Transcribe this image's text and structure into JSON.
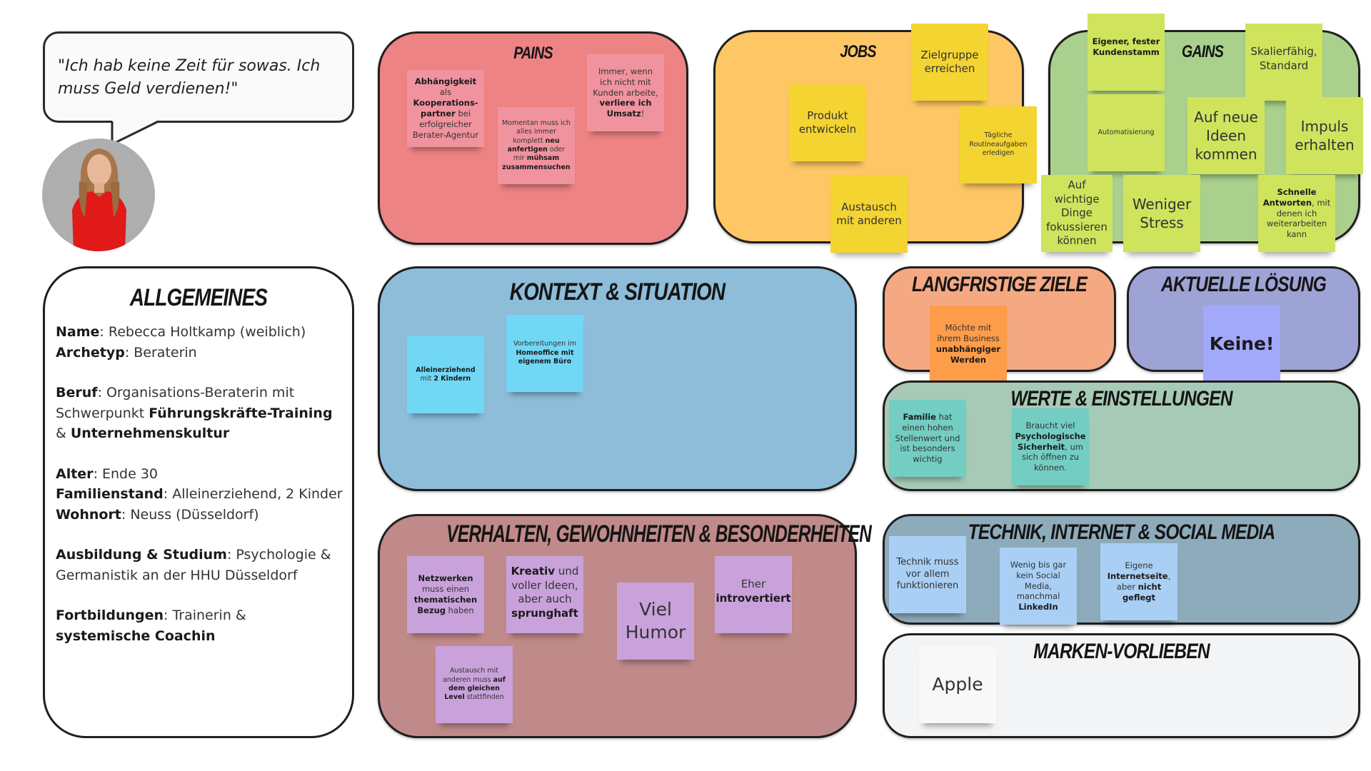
{
  "quote": "\"Ich hab keine Zeit für sowas. Ich muss Geld verdienen!\"",
  "general": {
    "title": "Allgemeines",
    "blocks": [
      [
        [
          {
            "t": "Name",
            "b": true
          },
          {
            "t": ": Rebecca Holtkamp (weiblich)"
          }
        ],
        [
          {
            "t": "Archetyp",
            "b": true
          },
          {
            "t": ": Beraterin"
          }
        ]
      ],
      [
        [
          {
            "t": "Beruf",
            "b": true
          },
          {
            "t": ": Organisations-Beraterin mit Schwerpunkt "
          },
          {
            "t": "Führungskräfte-Training",
            "b": true
          },
          {
            "t": " & "
          },
          {
            "t": "Unternehmenskultur",
            "b": true
          }
        ]
      ],
      [
        [
          {
            "t": "Alter",
            "b": true
          },
          {
            "t": ": Ende 30"
          }
        ],
        [
          {
            "t": "Familienstand",
            "b": true
          },
          {
            "t": ": Alleinerziehend, 2 Kinder"
          }
        ],
        [
          {
            "t": "Wohnort",
            "b": true
          },
          {
            "t": ": Neuss (Düsseldorf)"
          }
        ]
      ],
      [
        [
          {
            "t": "Ausbildung & Studium",
            "b": true
          },
          {
            "t": ": Psychologie & Germanistik an der HHU Düsseldorf"
          }
        ]
      ],
      [
        [
          {
            "t": "Fortbildungen",
            "b": true
          },
          {
            "t": ": Trainerin & "
          },
          {
            "t": "systemische Coachin",
            "b": true
          }
        ]
      ]
    ]
  },
  "sections": {
    "pains": {
      "title": "Pains",
      "color": "#ee8383",
      "notes": [
        [
          {
            "t": "Abhängigkeit",
            "b": true
          },
          {
            "t": " als "
          },
          {
            "t": "Kooperations-partner",
            "b": true
          },
          {
            "t": " bei erfolgreicher Berater-Agentur"
          }
        ],
        [
          {
            "t": "Momentan muss ich alles immer komplett "
          },
          {
            "t": "neu anfertigen",
            "b": true
          },
          {
            "t": " oder mir "
          },
          {
            "t": "mühsam zusammensuchen",
            "b": true
          }
        ],
        [
          {
            "t": "Immer, wenn ich nicht mit Kunden arbeite, "
          },
          {
            "t": "verliere ich Umsatz",
            "b": true
          },
          {
            "t": "!"
          }
        ]
      ]
    },
    "jobs": {
      "title": "Jobs",
      "color": "#fec665",
      "notes": [
        [
          {
            "t": "Produkt entwickeln"
          }
        ],
        [
          {
            "t": "Zielgruppe erreichen"
          }
        ],
        [
          {
            "t": "Tägliche Routineaufgaben erledigen"
          }
        ],
        [
          {
            "t": "Austausch mit anderen"
          }
        ]
      ]
    },
    "gains": {
      "title": "Gains",
      "color": "#a9d08d",
      "notes": [
        [
          {
            "t": "Eigener, fester Kundenstamm",
            "b": true
          }
        ],
        [
          {
            "t": "Skalierfähig, Standard"
          }
        ],
        [
          {
            "t": "Automatisierung"
          }
        ],
        [
          {
            "t": "Auf neue Ideen kommen"
          }
        ],
        [
          {
            "t": "Impuls erhalten"
          }
        ],
        [
          {
            "t": "Auf wichtige Dinge fokussieren können"
          }
        ],
        [
          {
            "t": "Weniger Stress"
          }
        ],
        [
          {
            "t": "Schnelle Antworten",
            "b": true
          },
          {
            "t": ", mit denen ich weiterarbeiten kann"
          }
        ]
      ]
    },
    "kontext": {
      "title": "Kontext & Situation",
      "color": "#8dbdd9",
      "notes": [
        [
          {
            "t": "Alleinerziehend",
            "b": true
          },
          {
            "t": " mit "
          },
          {
            "t": "2 Kindern",
            "b": true
          }
        ],
        [
          {
            "t": "Vorbereitungen im "
          },
          {
            "t": "Homeoffice mit eigenem Büro",
            "b": true
          }
        ]
      ]
    },
    "verhalten": {
      "title": "Verhalten, Gewohnheiten & Besonderheiten",
      "color": "#c08a8a",
      "notes": [
        [
          {
            "t": "Netzwerken",
            "b": true
          },
          {
            "t": " muss einen "
          },
          {
            "t": "thematischen Bezug",
            "b": true
          },
          {
            "t": " haben"
          }
        ],
        [
          {
            "t": "Kreativ",
            "b": true
          },
          {
            "t": " und voller Ideen, aber auch "
          },
          {
            "t": "sprunghaft",
            "b": true
          }
        ],
        [
          {
            "t": "Viel Humor"
          }
        ],
        [
          {
            "t": "Eher "
          },
          {
            "t": "introvertiert",
            "b": true
          }
        ],
        [
          {
            "t": "Austausch mit anderen muss "
          },
          {
            "t": "auf dem gleichen Level",
            "b": true
          },
          {
            "t": " stattfinden"
          }
        ]
      ]
    },
    "ziele": {
      "title": "Langfristige Ziele",
      "color": "#f4a983",
      "notes": [
        [
          {
            "t": "Möchte mit ihrem Business "
          },
          {
            "t": "unabhängiger Werden",
            "b": true
          }
        ]
      ]
    },
    "loesung": {
      "title": "Aktuelle Lösung",
      "color": "#9ea3d6",
      "notes": [
        [
          {
            "t": "Keine!",
            "b": true
          }
        ]
      ]
    },
    "werte": {
      "title": "Werte & Einstellungen",
      "color": "#a7cab6",
      "notes": [
        [
          {
            "t": "Familie",
            "b": true
          },
          {
            "t": " hat einen hohen Stellenwert und ist besonders wichtig"
          }
        ],
        [
          {
            "t": "Braucht viel "
          },
          {
            "t": "Psychologische Sicherheit",
            "b": true
          },
          {
            "t": ", um sich öffnen zu können."
          }
        ]
      ]
    },
    "technik": {
      "title": "Technik, Internet & Social Media",
      "color": "#8eabbb",
      "notes": [
        [
          {
            "t": "Technik muss vor allem funktionieren"
          }
        ],
        [
          {
            "t": "Wenig bis gar kein Social Media, manchmal "
          },
          {
            "t": "LinkedIn",
            "b": true
          }
        ],
        [
          {
            "t": "Eigene "
          },
          {
            "t": "Internetseite",
            "b": true
          },
          {
            "t": ", aber "
          },
          {
            "t": "nicht geflegt",
            "b": true
          }
        ]
      ]
    },
    "marken": {
      "title": "Marken-Vorlieben",
      "color": "#f3f4f6",
      "notes": [
        [
          {
            "t": "Apple"
          }
        ]
      ]
    }
  }
}
